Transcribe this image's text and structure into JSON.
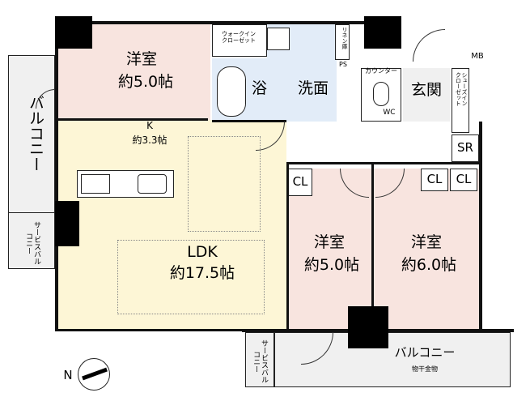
{
  "rooms": {
    "western_room_nw": {
      "name": "洋室",
      "size": "約5.0帖"
    },
    "walk_in_closet": {
      "name": "ウォークイン\nクローゼット"
    },
    "bathroom": {
      "name": "浴室"
    },
    "washroom": {
      "name": "洗面"
    },
    "linen": {
      "name": "リネン庫"
    },
    "ps": {
      "name": "PS"
    },
    "counter": {
      "name": "カウンター"
    },
    "wc": {
      "name": "WC"
    },
    "entrance": {
      "name": "玄関"
    },
    "mb": {
      "name": "MB"
    },
    "shoes_closet": {
      "name": "シューズイン\nクローゼット"
    },
    "sr": {
      "name": "SR"
    },
    "kitchen": {
      "name": "K",
      "size": "約3.3帖"
    },
    "ldk": {
      "name": "LDK",
      "size": "約17.5帖"
    },
    "western_room_mid": {
      "name": "洋室",
      "size": "約5.0帖"
    },
    "western_room_se": {
      "name": "洋室",
      "size": "約6.0帖"
    },
    "cl_mid": {
      "name": "CL"
    },
    "cl_se_1": {
      "name": "CL"
    },
    "cl_se_2": {
      "name": "CL"
    },
    "balcony_west": {
      "name": "バルコニー"
    },
    "service_balcony_west": {
      "name": "サービスバルコニー"
    },
    "service_balcony_south": {
      "name": "サービスバルコニー"
    },
    "balcony_south": {
      "name": "バルコニー",
      "note": "物干金物"
    }
  },
  "compass": {
    "label": "N"
  }
}
